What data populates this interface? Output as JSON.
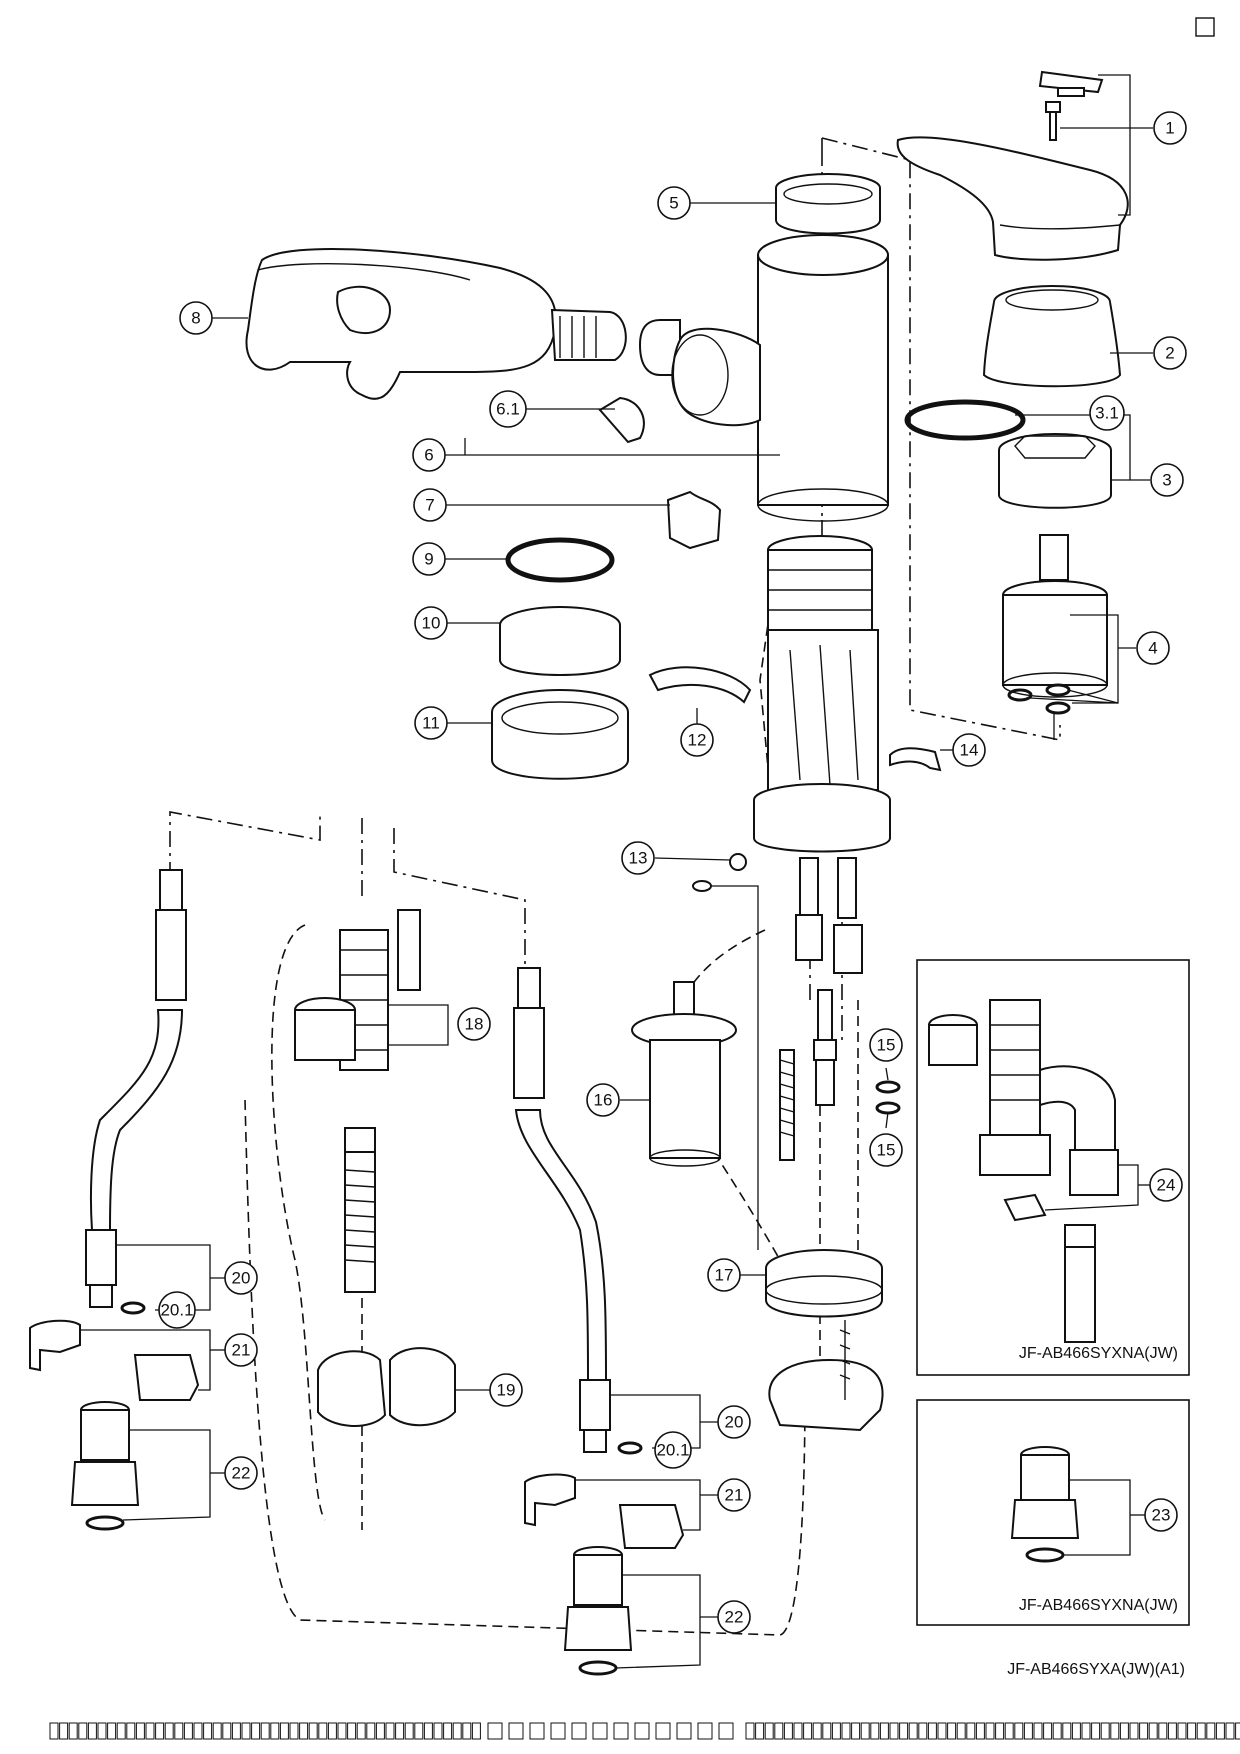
{
  "callouts": [
    {
      "id": "c1",
      "label": "1"
    },
    {
      "id": "c2",
      "label": "2"
    },
    {
      "id": "c3",
      "label": "3"
    },
    {
      "id": "c31",
      "label": "3.1"
    },
    {
      "id": "c4",
      "label": "4"
    },
    {
      "id": "c5",
      "label": "5"
    },
    {
      "id": "c6",
      "label": "6"
    },
    {
      "id": "c61",
      "label": "6.1"
    },
    {
      "id": "c7",
      "label": "7"
    },
    {
      "id": "c8",
      "label": "8"
    },
    {
      "id": "c9",
      "label": "9"
    },
    {
      "id": "c10",
      "label": "10"
    },
    {
      "id": "c11",
      "label": "11"
    },
    {
      "id": "c12",
      "label": "12"
    },
    {
      "id": "c13",
      "label": "13"
    },
    {
      "id": "c14",
      "label": "14"
    },
    {
      "id": "c15a",
      "label": "15"
    },
    {
      "id": "c15b",
      "label": "15"
    },
    {
      "id": "c16",
      "label": "16"
    },
    {
      "id": "c17",
      "label": "17"
    },
    {
      "id": "c18",
      "label": "18"
    },
    {
      "id": "c19",
      "label": "19"
    },
    {
      "id": "c20a",
      "label": "20"
    },
    {
      "id": "c201a",
      "label": "20.1"
    },
    {
      "id": "c20b",
      "label": "20"
    },
    {
      "id": "c201b",
      "label": "20.1"
    },
    {
      "id": "c21a",
      "label": "21"
    },
    {
      "id": "c21b",
      "label": "21"
    },
    {
      "id": "c22a",
      "label": "22"
    },
    {
      "id": "c22b",
      "label": "22"
    },
    {
      "id": "c23",
      "label": "23"
    },
    {
      "id": "c24",
      "label": "24"
    }
  ],
  "captions": {
    "box_upper": "JF-AB466SYXNA(JW)",
    "box_lower": "JF-AB466SYXNA(JW)",
    "model": "JF-AB466SYXA(JW)(A1)"
  },
  "footer": {
    "groups": [
      {
        "name": "left",
        "count": 45
      },
      {
        "name": "middle",
        "count": 12
      },
      {
        "name": "right",
        "count": 55
      }
    ]
  }
}
